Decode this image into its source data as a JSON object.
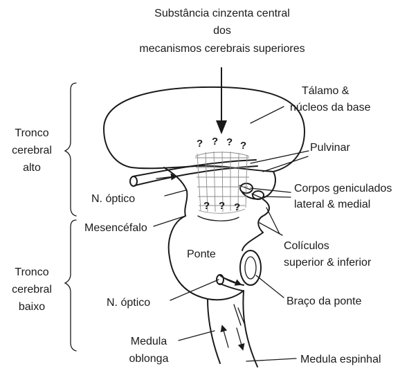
{
  "title": {
    "line1": "Substância cinzenta central",
    "line2": "dos",
    "line3": "mecanismos cerebrais superiores"
  },
  "labels": {
    "tronco_alto": [
      "Tronco",
      "cerebral",
      "alto"
    ],
    "tronco_baixo": [
      "Tronco",
      "cerebral",
      "baixo"
    ],
    "talamo": [
      "Tálamo &",
      "núcleos da base"
    ],
    "pulvinar": "Pulvinar",
    "geniculados": [
      "Corpos geniculados",
      "lateral & medial"
    ],
    "optico_top": "N. óptico",
    "mesencefalo": "Mesencéfalo",
    "coliculos": [
      "Colículos",
      "superior & inferior"
    ],
    "ponte": "Ponte",
    "braco_ponte": "Braço da ponte",
    "optico_bottom": "N. óptico",
    "medula_oblonga": [
      "Medula",
      "oblonga"
    ],
    "medula_espinhal": "Medula espinhal"
  },
  "question_marks": {
    "top_row": [
      "?",
      "?",
      "?",
      "?"
    ],
    "bottom_row": [
      "?",
      "?",
      "?"
    ]
  }
}
